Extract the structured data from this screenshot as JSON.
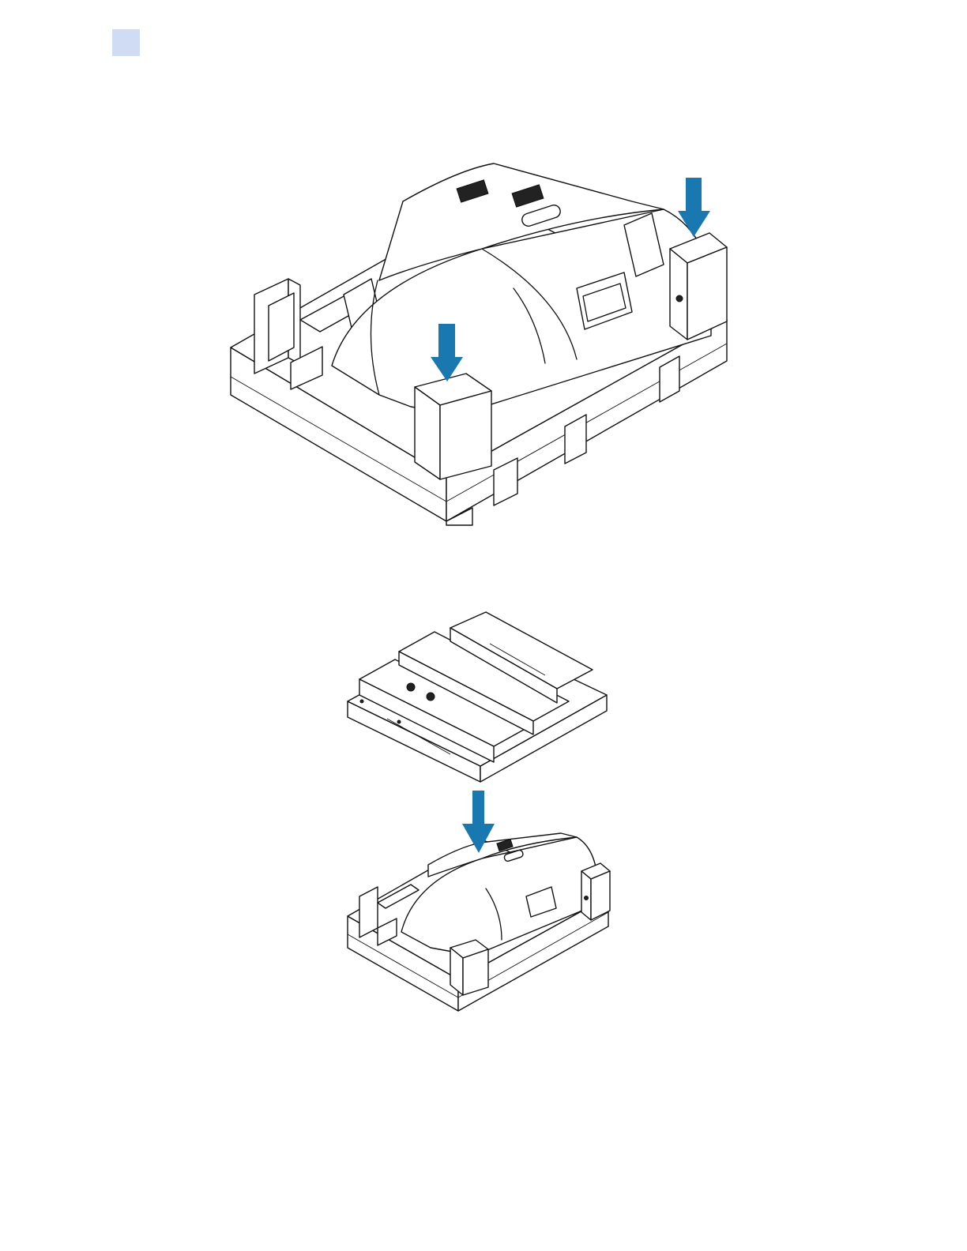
{
  "page": {
    "background_color": "#ffffff",
    "corner_tab_color": "#cfdcf3"
  },
  "figures": [
    {
      "id": "printer-in-base-with-end-blocks",
      "arrow_count": 2,
      "icon": "printer-on-foam-base-icon"
    },
    {
      "id": "top-foam-insert",
      "arrow_count": 0,
      "icon": "foam-insert-icon"
    },
    {
      "id": "printer-in-base-insert-lowering",
      "arrow_count": 1,
      "icon": "printer-on-foam-base-icon"
    }
  ],
  "arrow_color": "#1a78b0"
}
